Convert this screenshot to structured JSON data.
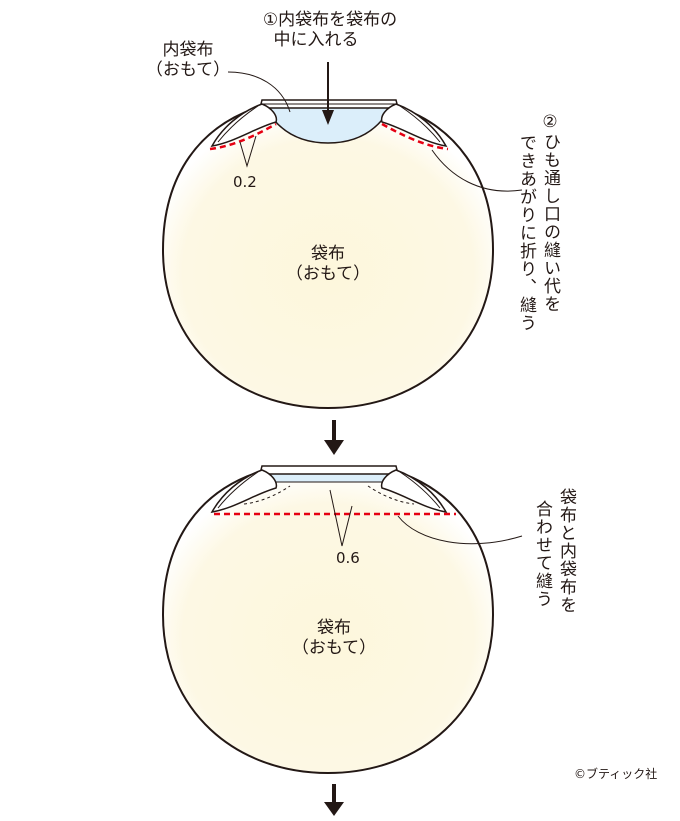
{
  "step1": {
    "instruction_lines": [
      "①内袋布を袋布の",
      "中に入れる"
    ],
    "inner_label_lines": [
      "内袋布",
      "（おもて）"
    ],
    "seam_allowance": "0.2",
    "body_label_lines": [
      "袋布",
      "（おもて）"
    ],
    "side_note_col1": "②ひも通し口の縫い代を",
    "side_note_col2": "できあがりに折り、縫う"
  },
  "step2": {
    "seam_allowance": "0.6",
    "body_label_lines": [
      "袋布",
      "（おもて）"
    ],
    "side_note_col1": "袋布と内袋布を",
    "side_note_col2": "合わせて縫う"
  },
  "copyright": "©ブティック社",
  "colors": {
    "outline": "#231815",
    "fabric_fill": "#fdf8e1",
    "inner_fill": "#dbeefa",
    "stitch": "#e60012"
  },
  "icons": [
    "down-arrow-icon"
  ]
}
